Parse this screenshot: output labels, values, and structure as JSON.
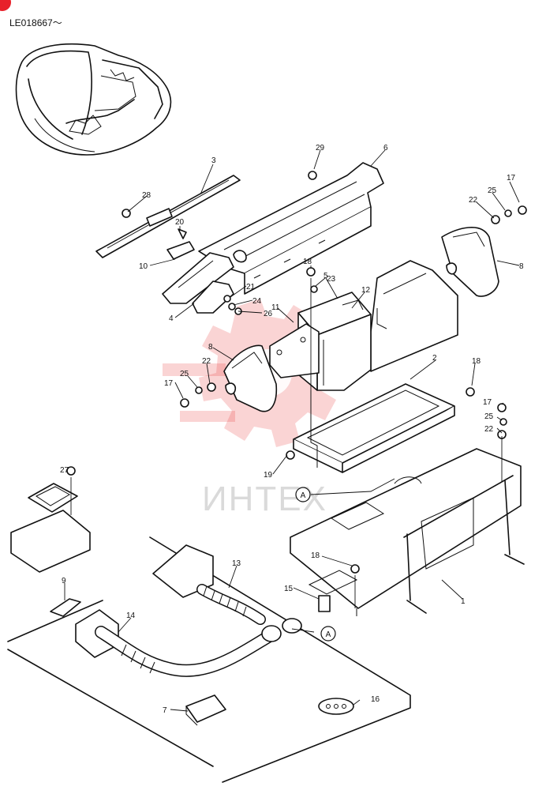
{
  "serial_label": "LE018667～",
  "watermark_text": "ИНТЕХ",
  "colors": {
    "line": "#111111",
    "watermark": "#e83a3a",
    "corner_mark": "#e8202a"
  },
  "callouts": {
    "c1": "1",
    "c2": "2",
    "c3": "3",
    "c4": "4",
    "c5": "5",
    "c6": "6",
    "c7": "7",
    "c8a": "8",
    "c8b": "8",
    "c9": "9",
    "c10": "10",
    "c11": "11",
    "c12": "12",
    "c13": "13",
    "c14": "14",
    "c15": "15",
    "c16": "16",
    "c17a": "17",
    "c17b": "17",
    "c17c": "17",
    "c18a": "18",
    "c18b": "18",
    "c18c": "18",
    "c19": "19",
    "c20": "20",
    "c21": "21",
    "c22a": "22",
    "c22b": "22",
    "c22c": "22",
    "c23": "23",
    "c24": "24",
    "c25a": "25",
    "c25b": "25",
    "c25c": "25",
    "c26": "26",
    "c27": "27",
    "c28": "28",
    "c29": "29",
    "refA1": "A",
    "refA2": "A"
  }
}
